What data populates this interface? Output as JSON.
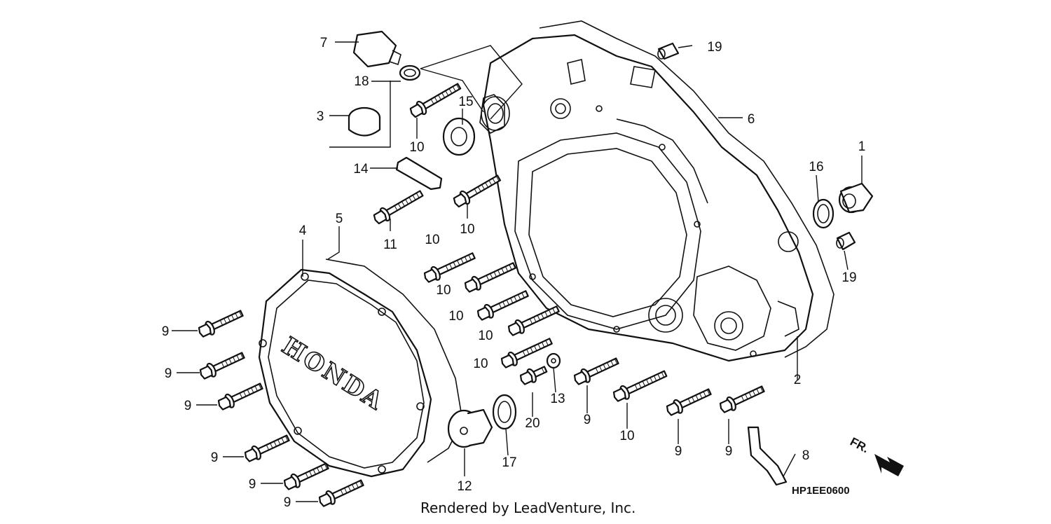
{
  "diagram": {
    "part_labels": [
      "1",
      "2",
      "3",
      "4",
      "5",
      "6",
      "7",
      "8",
      "9",
      "10",
      "11",
      "12",
      "13",
      "14",
      "15",
      "16",
      "17",
      "18",
      "19",
      "20"
    ],
    "cover_brand": "HONDA",
    "direction_label": "FR.",
    "diagram_code": "HP1EE0600",
    "footer_credit": "Rendered by LeadVenture, Inc."
  }
}
